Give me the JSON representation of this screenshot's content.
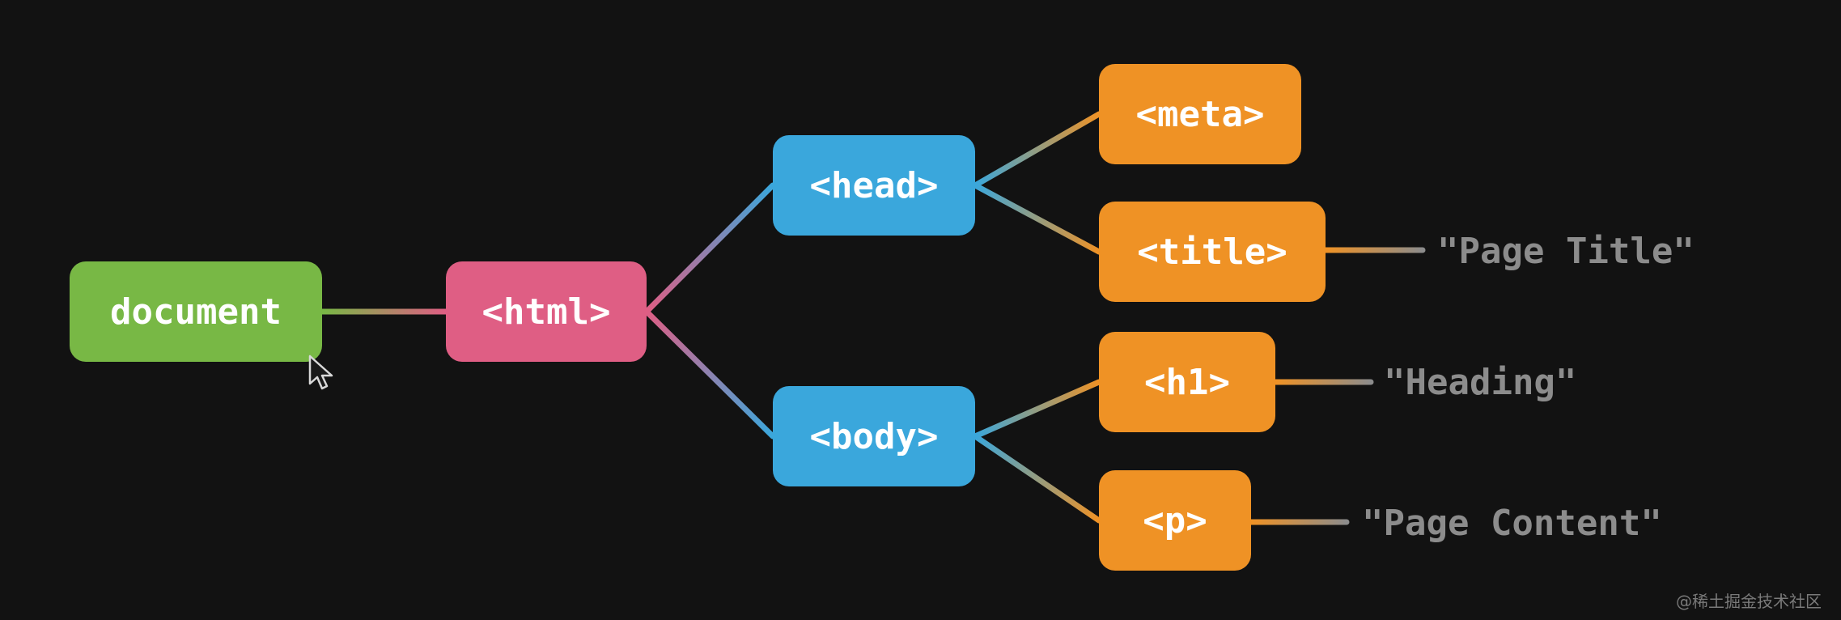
{
  "diagram": {
    "nodes": {
      "document": {
        "label": "document",
        "color": "#78b845"
      },
      "html": {
        "label": "<html>",
        "color": "#df5e84"
      },
      "head": {
        "label": "<head>",
        "color": "#3aa7dc"
      },
      "body": {
        "label": "<body>",
        "color": "#3aa7dc"
      },
      "meta": {
        "label": "<meta>",
        "color": "#ef9225"
      },
      "title": {
        "label": "<title>",
        "color": "#ef9225"
      },
      "h1": {
        "label": "<h1>",
        "color": "#ef9225"
      },
      "p": {
        "label": "<p>",
        "color": "#ef9225"
      }
    },
    "text_nodes": {
      "title_text": "\"Page Title\"",
      "heading_text": "\"Heading\"",
      "content_text": "\"Page Content\""
    },
    "edges": [
      {
        "from": "document",
        "to": "html"
      },
      {
        "from": "html",
        "to": "head"
      },
      {
        "from": "html",
        "to": "body"
      },
      {
        "from": "head",
        "to": "meta"
      },
      {
        "from": "head",
        "to": "title"
      },
      {
        "from": "body",
        "to": "h1"
      },
      {
        "from": "body",
        "to": "p"
      },
      {
        "from": "title",
        "to": "title_text"
      },
      {
        "from": "h1",
        "to": "heading_text"
      },
      {
        "from": "p",
        "to": "content_text"
      }
    ],
    "text_color": "#8c8c8c",
    "background": "#121212"
  },
  "watermark": "@稀土掘金技术社区"
}
